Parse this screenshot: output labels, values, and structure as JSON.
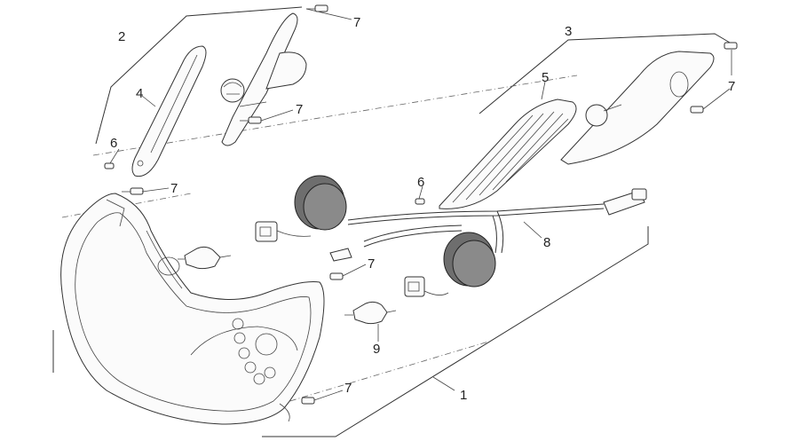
{
  "callouts": {
    "c1": "1",
    "c2": "2",
    "c3": "3",
    "c4": "4",
    "c5": "5",
    "c6a": "6",
    "c6b": "6",
    "c7a": "7",
    "c7b": "7",
    "c7c": "7",
    "c7d": "7",
    "c7e": "7",
    "c7f": "7",
    "c8": "8",
    "c9": "9"
  }
}
